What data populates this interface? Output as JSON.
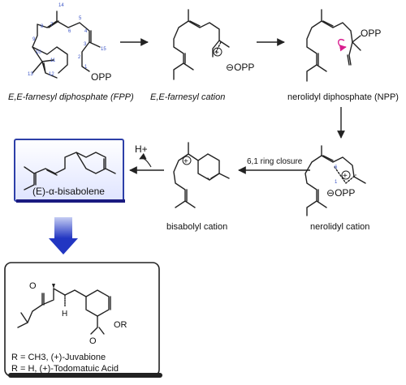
{
  "labels": {
    "fpp": "E,E-farnesyl diphosphate (FPP)",
    "cation": "E,E-farnesyl cation",
    "npp": "nerolidyl diphosphate (NPP)",
    "nerolidyl": "nerolidyl cation",
    "bisabolyl": "bisabolyl cation",
    "bisabolene": "(E)-α-bisabolene",
    "ring_closure": "6,1 ring closure",
    "hplus": "H+",
    "opp": "OPP",
    "r": "OR",
    "ketone_o": "O",
    "stereo_h": "H",
    "juvabione": "R = CH3, (+)-Juvabione",
    "todomatuic": "R = H, (+)-Todomatuic Acid"
  },
  "atom_numbers": [
    "14",
    "7",
    "6",
    "5",
    "4",
    "3",
    "2",
    "1",
    "8",
    "9",
    "10",
    "11",
    "12",
    "13",
    "15"
  ],
  "colors": {
    "highlight_box": "#2d3fa8",
    "result_arrow": "#3048c8",
    "charge_arrow": "#d81e8f",
    "numbering": "#3b55c6"
  }
}
